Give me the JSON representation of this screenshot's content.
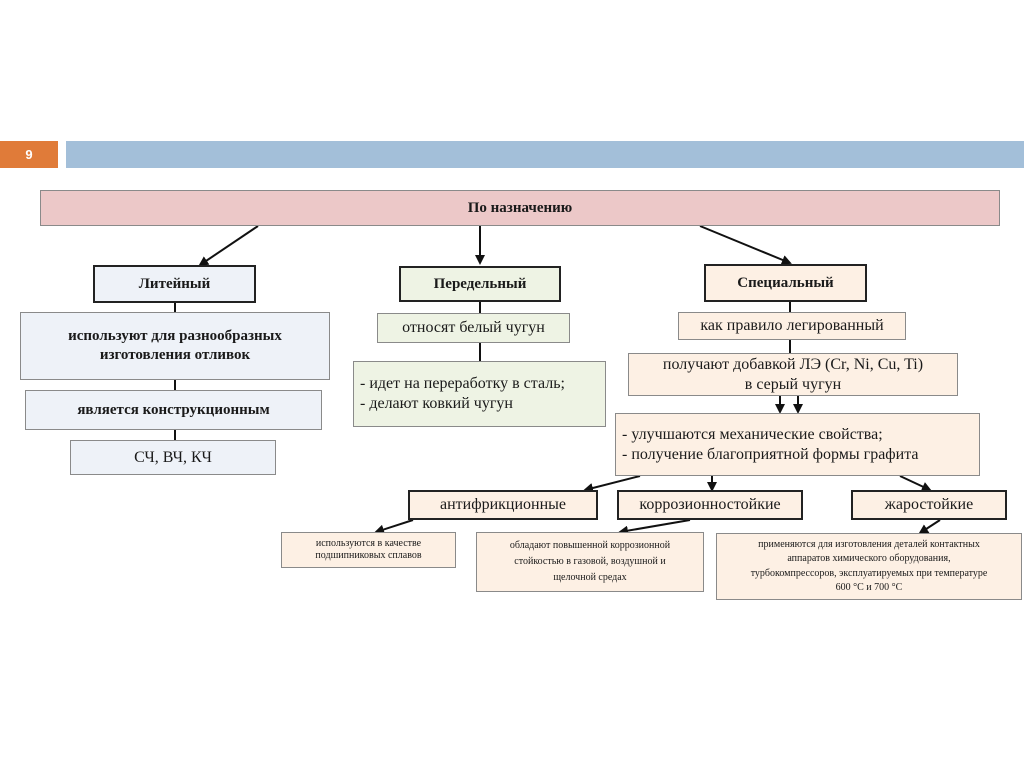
{
  "slide_number": "9",
  "root": "По назначению",
  "branches": {
    "casting": {
      "title": "Литейный",
      "note1": "используют для разнообразных изготовления отливок",
      "note2": "является конструкционным",
      "note3": "СЧ, ВЧ, КЧ"
    },
    "conversion": {
      "title": "Передельный",
      "note1": "относят белый чугун",
      "note2_line1": "- идет на переработку в сталь;",
      "note2_line2": "- делают ковкий чугун"
    },
    "special": {
      "title": "Специальный",
      "note1": "как правило легированный",
      "note2_line1": "получают добавкой ЛЭ (Cr, Ni, Cu, Ti)",
      "note2_line2": "в серый чугун",
      "note3_line1": "- улучшаются механические свойства;",
      "note3_line2": "- получение благоприятной формы графита"
    }
  },
  "subtypes": {
    "antifriction": {
      "title": "антифрикционные",
      "desc_line1": "используются в качестве",
      "desc_line2": "подшипниковых сплавов"
    },
    "corrosion": {
      "title": "коррозионностойкие",
      "desc_line1": "обладают повышенной коррозионной",
      "desc_line2": "стойкостью в газовой, воздушной и",
      "desc_line3": "щелочной средах"
    },
    "heat": {
      "title": "жаростойкие",
      "desc_line1": "применяются для изготовления деталей контактных",
      "desc_line2": "аппаратов химического оборудования,",
      "desc_line3": "турбокомпрессоров, эксплуатируемых при температуре",
      "desc_line4": "600 °С и 700 °С"
    }
  },
  "colors": {
    "accent_orange": "#e07b39",
    "header_blue": "#a3bfd9",
    "root_fill": "#ecc8c8",
    "casting_fill": "#eef2f8",
    "conversion_fill": "#eef3e4",
    "special_fill": "#fdf0e4"
  }
}
